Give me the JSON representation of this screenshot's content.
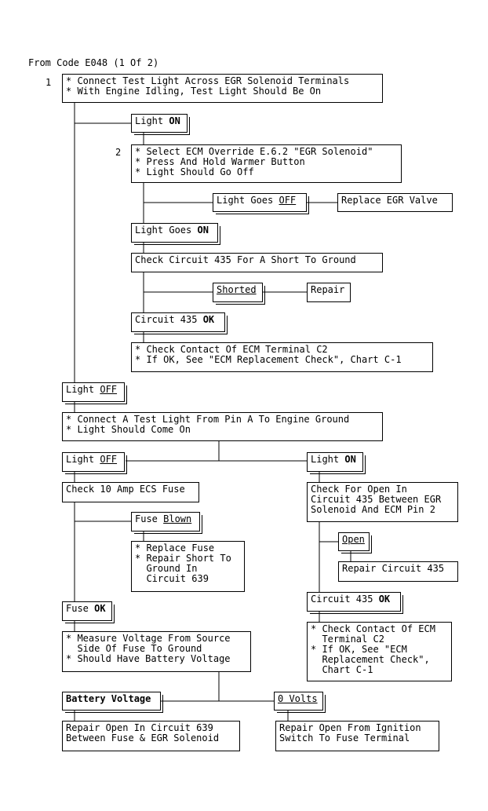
{
  "header": {
    "title": "From Code E048 (1 Of 2)"
  },
  "steps": {
    "step1": "1",
    "step2": "2"
  },
  "nodes": {
    "n1_line1": "* Connect Test Light Across EGR Solenoid Terminals",
    "n1_line2": "* With Engine Idling, Test Light Should Be On",
    "light_on_a_pre": "Light ",
    "light_on_a_bold": "ON",
    "n2_line1": "* Select ECM Override E.6.2 \"EGR Solenoid\"",
    "n2_line2": "* Press And Hold Warmer Button",
    "n2_line3": "* Light Should Go Off",
    "goes_off_pre": "Light Goes ",
    "goes_off_u": "OFF",
    "replace_egr": "Replace EGR Valve",
    "goes_on_pre": "Light Goes ",
    "goes_on_bold": "ON",
    "check_435": "Check Circuit 435 For A Short To Ground",
    "shorted": "Shorted",
    "repair": "Repair",
    "c435ok_a_pre": "Circuit 435 ",
    "c435ok_a_bold": "OK",
    "ecm_a_line1": "* Check Contact Of ECM Terminal C2",
    "ecm_a_line2": "* If OK, See \"ECM Replacement Check\", Chart C-1",
    "light_off_a_pre": "Light ",
    "light_off_a_u": "OFF",
    "n3_line1": "* Connect A Test Light From Pin A To Engine Ground",
    "n3_line2": "* Light Should Come On",
    "light_off_b_pre": "Light ",
    "light_off_b_u": "OFF",
    "light_on_b_pre": "Light ",
    "light_on_b_bold": "ON",
    "check_fuse": "Check 10 Amp ECS Fuse",
    "check_open_line1": "Check For Open In",
    "check_open_line2": "Circuit 435 Between EGR",
    "check_open_line3": "Solenoid And ECM Pin 2",
    "fuse_blown_pre": "Fuse ",
    "fuse_blown_u": "Blown",
    "open": "Open",
    "replace_fuse_line1": "* Replace Fuse",
    "replace_fuse_line2": "* Repair Short To",
    "replace_fuse_line3": "  Ground In",
    "replace_fuse_line4": "  Circuit 639",
    "repair_435": "Repair Circuit 435",
    "fuse_ok_pre": "Fuse ",
    "fuse_ok_bold": "OK",
    "c435ok_b_pre": "Circuit 435 ",
    "c435ok_b_bold": "OK",
    "measure_line1": "* Measure Voltage From Source",
    "measure_line2": "  Side Of Fuse To Ground",
    "measure_line3": "* Should Have Battery Voltage",
    "ecm_b_line1": "* Check Contact Of ECM",
    "ecm_b_line2": "  Terminal C2",
    "ecm_b_line3": "* If OK, See \"ECM",
    "ecm_b_line4": "  Replacement Check\",",
    "ecm_b_line5": "  Chart C-1",
    "battery_voltage": "Battery Voltage",
    "zero_volts": "0 Volts",
    "repair_639_line1": "Repair Open In Circuit 639",
    "repair_639_line2": "Between Fuse & EGR Solenoid",
    "repair_ign_line1": "Repair Open From Ignition",
    "repair_ign_line2": "Switch To Fuse Terminal"
  }
}
